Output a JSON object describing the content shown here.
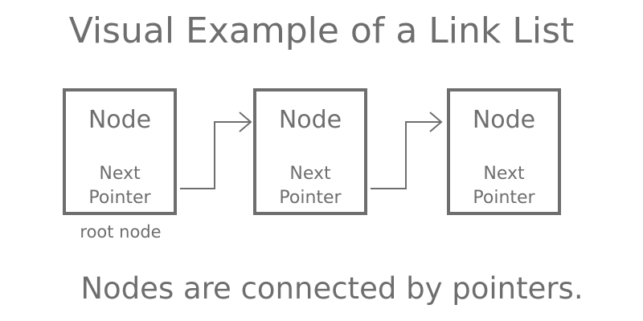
{
  "title": "Visual Example of a Link List",
  "nodes": [
    {
      "label": "Node",
      "next": "Next",
      "pointer": "Pointer"
    },
    {
      "label": "Node",
      "next": "Next",
      "pointer": "Pointer"
    },
    {
      "label": "Node",
      "next": "Next",
      "pointer": "Pointer"
    }
  ],
  "root_label": "root node",
  "caption": "Nodes are connected by pointers.",
  "colors": {
    "stroke": "#6e6e6e",
    "text": "#6e6e6e",
    "background": "#ffffff"
  }
}
